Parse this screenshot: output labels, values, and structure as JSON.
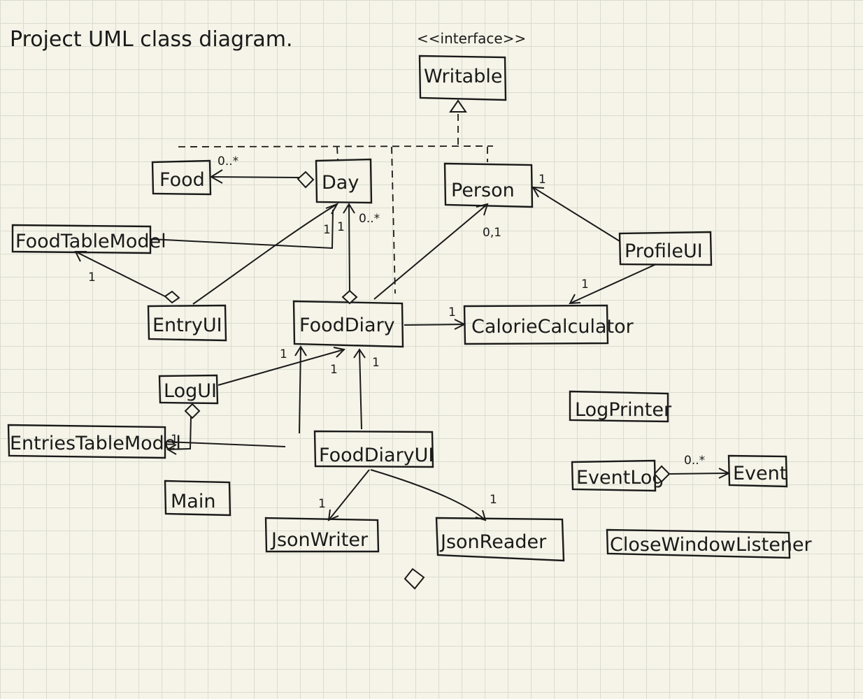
{
  "title": "Project UML class diagram.",
  "stereotype": "<<interface>>",
  "classes": {
    "writable": "Writable",
    "food": "Food",
    "day": "Day",
    "person": "Person",
    "food_table_model": "FoodTableModel",
    "profile_ui": "ProfileUI",
    "entry_ui": "EntryUI",
    "food_diary": "FoodDiary",
    "calorie_calculator": "CalorieCalculator",
    "log_ui": "LogUI",
    "log_printer": "LogPrinter",
    "entries_table_model": "EntriesTableModel",
    "food_diary_ui": "FoodDiaryUI",
    "event_log": "EventLog",
    "event": "Event",
    "main": "Main",
    "json_writer": "JsonWriter",
    "json_reader": "JsonReader",
    "close_window_listener": "CloseWindowListener"
  },
  "multiplicities": {
    "day_food": "0..*",
    "foodtablemodel_below": "1",
    "day_left": "1",
    "day_right": "1",
    "day_fooddiary": "0..*",
    "person_fooddiary": "0,1",
    "person_profile": "1",
    "profile_calorie": "1",
    "calorie_left": "1",
    "fooddiary_left": "1",
    "fooddiary_bottom_a": "1",
    "fooddiary_bottom_b": "1",
    "entriestable_right": "1",
    "jsonwriter_top": "1",
    "jsonreader_top": "1",
    "eventlog_event": "0..*"
  },
  "colors": {
    "paper": "#f6f4e8",
    "grid": "#d9dccf",
    "ink": "#1a1a1a"
  }
}
